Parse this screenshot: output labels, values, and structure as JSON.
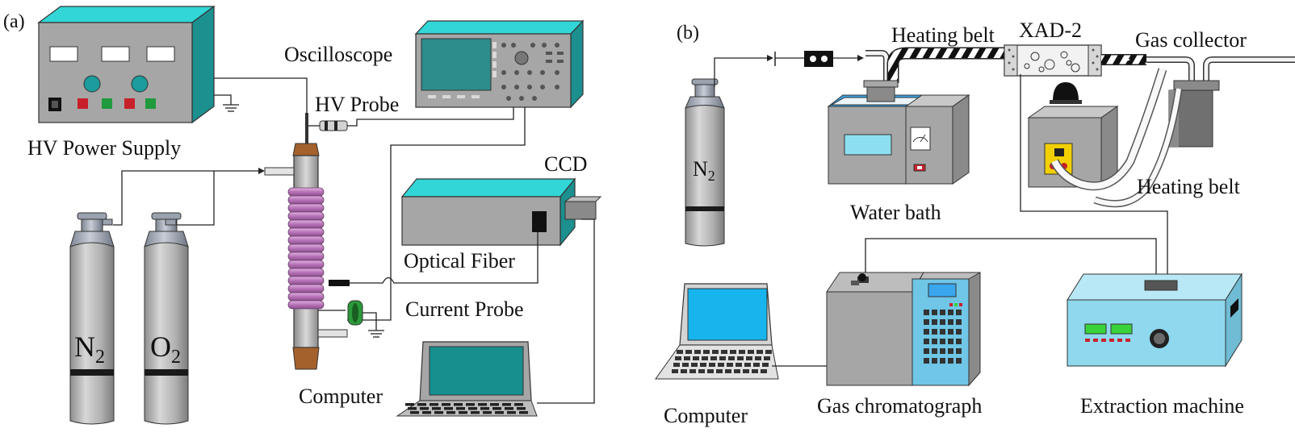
{
  "panel_a": {
    "tag": "(a)",
    "labels": {
      "hv_power_supply": "HV Power Supply",
      "oscilloscope": "Oscilloscope",
      "hv_probe": "HV Probe",
      "ccd": "CCD",
      "optical_fiber": "Optical Fiber",
      "current_probe": "Current Probe",
      "computer": "Computer"
    },
    "cylinder_n2": {
      "base": "N",
      "sub": "2"
    },
    "cylinder_o2": {
      "base": "O",
      "sub": "2"
    }
  },
  "panel_b": {
    "tag": "(b)",
    "labels": {
      "heating_belt_top": "Heating belt",
      "xad2": "XAD-2",
      "gas_collector": "Gas collector",
      "heating_belt_right": "Heating belt",
      "water_bath": "Water bath",
      "computer": "Computer",
      "gas_chromatograph": "Gas chromatograph",
      "extraction_machine": "Extraction machine"
    },
    "cylinder_n2": {
      "base": "N",
      "sub": "2"
    }
  },
  "colors": {
    "cyan_top": "#33d6d6",
    "device_gray": "#a7a7a7",
    "screen_teal": "#178f8f",
    "screen_blue": "#18b4ee",
    "coil_pink": "#c98ac9",
    "button_red": "#c8202a",
    "button_green": "#1f9a3c",
    "knob_teal": "#1c9c9c",
    "display_green": "#3ad23a",
    "gc_blue": "#6fc6e6",
    "extraction_blue": "#8fd8ee",
    "yellow_panel": "#f2d000"
  }
}
